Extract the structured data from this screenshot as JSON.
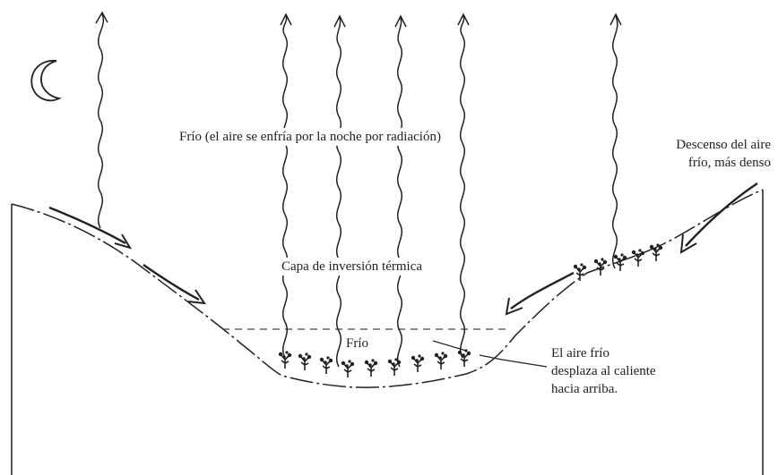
{
  "labels": {
    "cold_radiation": "Frío (el aire se enfría por la noche por radiación)",
    "descent_line1": "Descenso del aire",
    "descent_line2": "frío, más denso",
    "inversion_layer": "Capa de inversión térmica",
    "cold_valley": "Frío",
    "displace_line1": "El aire frío",
    "displace_line2": "desplaza al caliente",
    "displace_line3": "hacia arriba."
  },
  "colors": {
    "ink": "#222222",
    "background": "#ffffff"
  },
  "icons": {
    "moon": "crescent-moon-icon",
    "vine": "grapevine-icon"
  }
}
